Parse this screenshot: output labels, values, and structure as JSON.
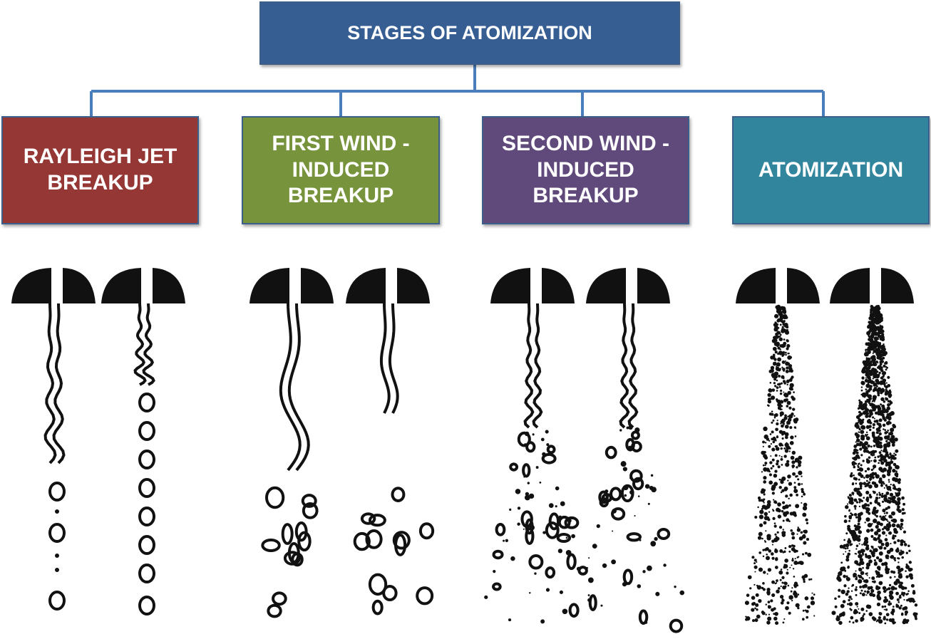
{
  "diagram": {
    "root": {
      "label": "STAGES OF ATOMIZATION",
      "color": "#365e92"
    },
    "stages": [
      {
        "label": "RAYLEIGH JET\nBREAKUP",
        "color": "#953735"
      },
      {
        "label": "FIRST WIND -\nINDUCED\nBREAKUP",
        "color": "#77933c"
      },
      {
        "label": "SECOND WIND -\nINDUCED\nBREAKUP",
        "color": "#604a7b"
      },
      {
        "label": "ATOMIZATION",
        "color": "#31859c"
      }
    ],
    "connector_color": "#4a7ebb",
    "ink_color": "#111111"
  }
}
